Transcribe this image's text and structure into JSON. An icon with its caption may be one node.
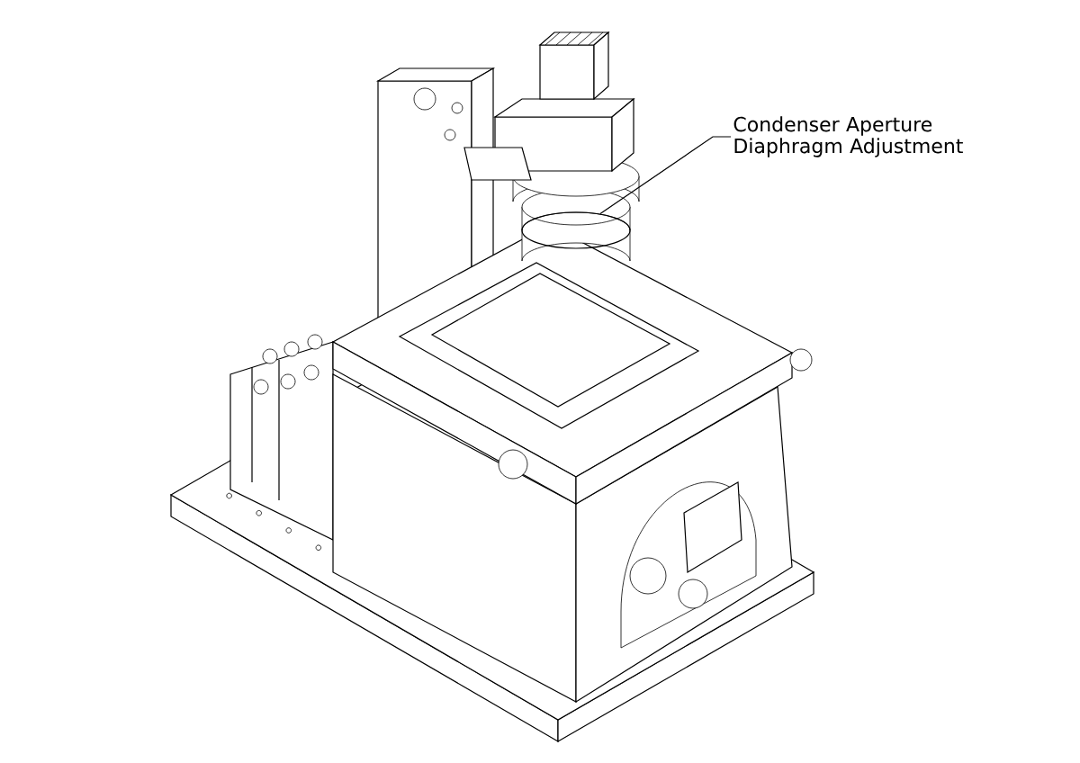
{
  "diagram": {
    "nodes": [
      {
        "text": [
          "Condenser Aperture Diaphragm Adjustment"
        ]
      },
      {
        "text": [],
        "shape": "picture"
      }
    ],
    "edges": [
      {
        "from": 0,
        "to": 1,
        "arrow": "none"
      }
    ]
  }
}
